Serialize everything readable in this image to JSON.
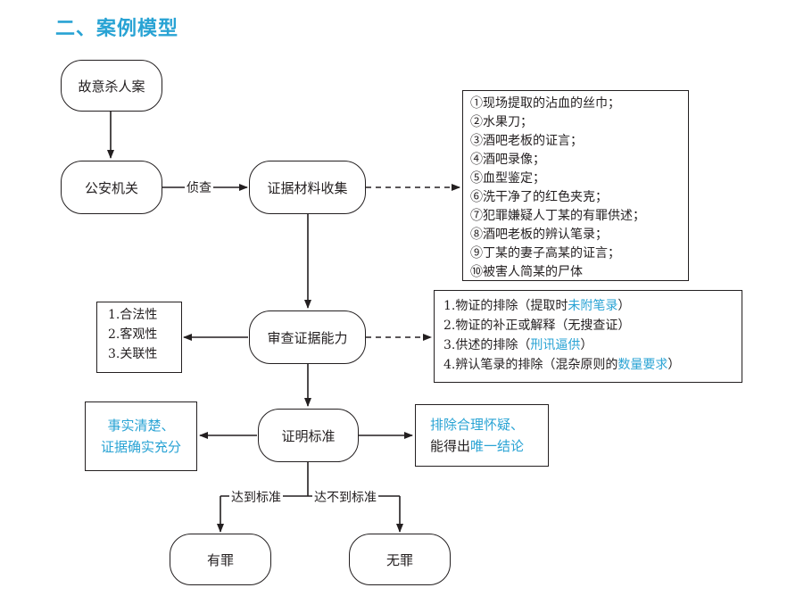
{
  "title": "二、案例模型",
  "nodes": {
    "case": "故意杀人案",
    "police": "公安机关",
    "collect": "证据材料收集",
    "review": "审查证据能力",
    "standard": "证明标准",
    "guilty": "有罪",
    "innocent": "无罪"
  },
  "edges": {
    "investigate": "侦查",
    "meet": "达到标准",
    "not_meet": "达不到标准"
  },
  "evidence_list": [
    "①现场提取的沾血的丝巾；",
    "②水果刀；",
    "③酒吧老板的证言；",
    "④酒吧录像；",
    "⑤血型鉴定；",
    "⑥洗干净了的红色夹克；",
    "⑦犯罪嫌疑人丁某的有罪供述；",
    "⑧酒吧老板的辨认笔录；",
    "⑨丁某的妻子高某的证言；",
    "⑩被害人简某的尸体"
  ],
  "criteria": [
    "1.合法性",
    "2.客观性",
    "3.关联性"
  ],
  "exclusion": {
    "line1_a": "1.物证的排除（提取时",
    "line1_b": "未附笔录",
    "line1_c": "）",
    "line2": "2.物证的补正或解释（无搜查证）",
    "line3_a": "3.供述的排除（",
    "line3_b": "刑讯逼供",
    "line3_c": "）",
    "line4_a": "4.辨认笔录的排除（混杂原则的",
    "line4_b": "数量要求",
    "line4_c": "）"
  },
  "left_standard": {
    "line1": "事实清楚、",
    "line2": "证据确实充分"
  },
  "right_standard": {
    "line1": "排除合理怀疑、",
    "line2_a": "能得出",
    "line2_b": "唯一结论"
  },
  "colors": {
    "accent": "#29a3d4",
    "ink": "#231f20"
  }
}
